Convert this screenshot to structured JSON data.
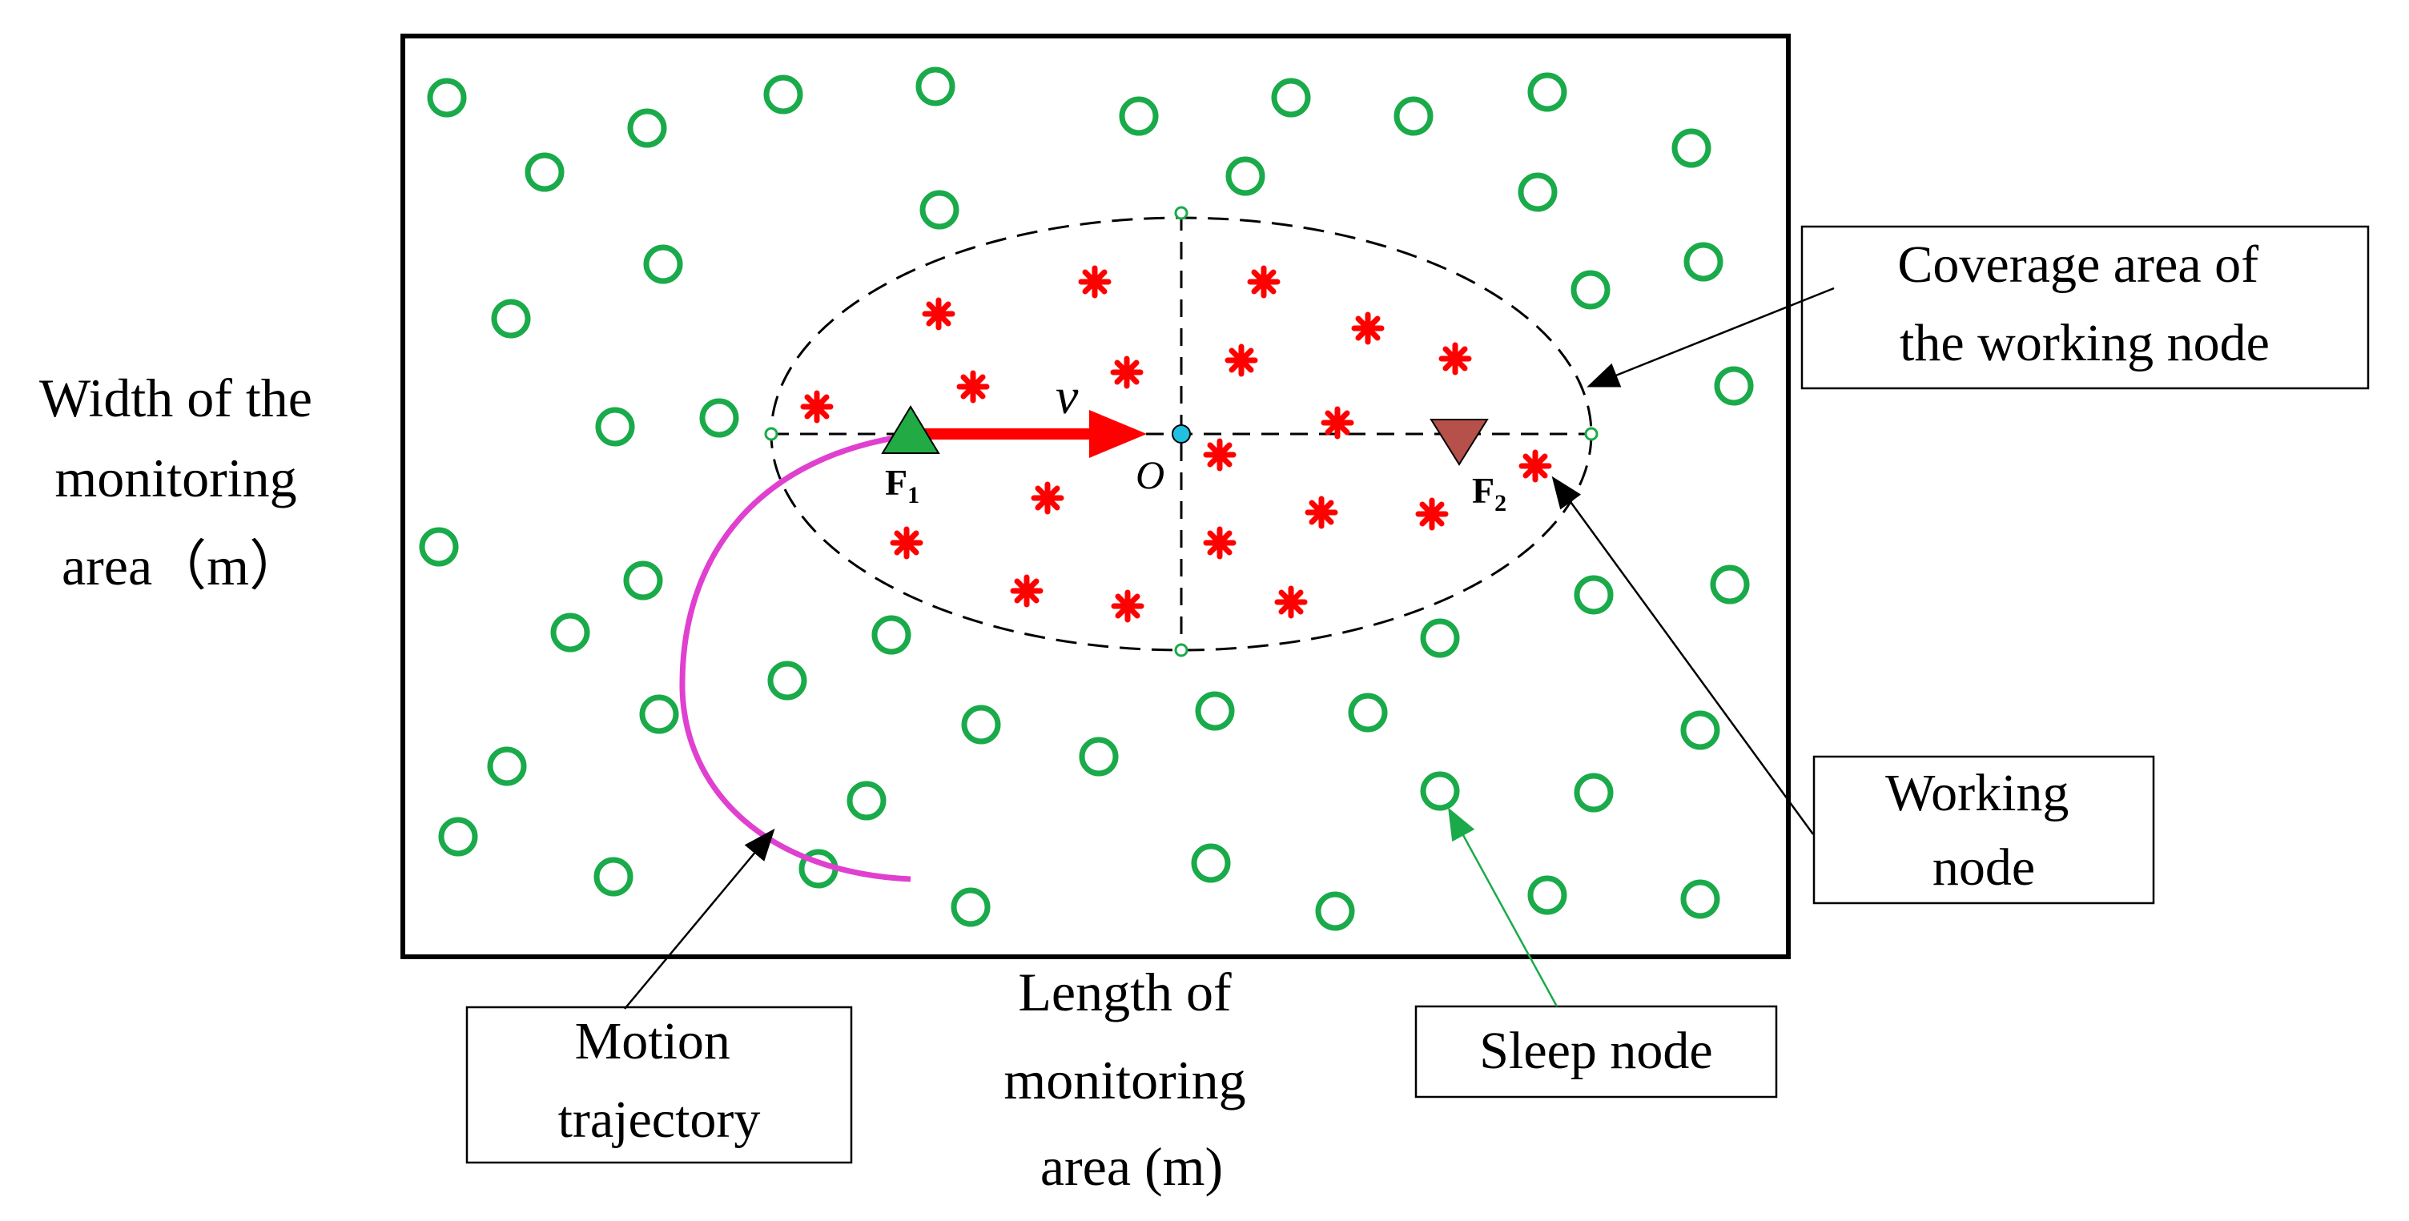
{
  "labels": {
    "y_axis": [
      "Width of the",
      "monitoring",
      "area（m）"
    ],
    "x_axis": [
      "Length of",
      "monitoring",
      "area (m)"
    ],
    "coverage": [
      "Coverage area of",
      "the working node"
    ],
    "working_node": [
      "Working",
      "node"
    ],
    "sleep_node": [
      "Sleep node"
    ],
    "motion": [
      "Motion",
      "trajectory"
    ],
    "velocity": "v",
    "center": "O",
    "focus1": "F",
    "focus1_sub": "1",
    "focus2": "F",
    "focus2_sub": "2"
  },
  "colors": {
    "sleep_node": "#1aaa4a",
    "working_node": "#ff0000",
    "trajectory": "#e040d0",
    "focus1": "#22aa44",
    "focus2": "#b5504a",
    "sleep_arrow": "#1aaa4a",
    "center_dot": "#22c0e0"
  }
}
